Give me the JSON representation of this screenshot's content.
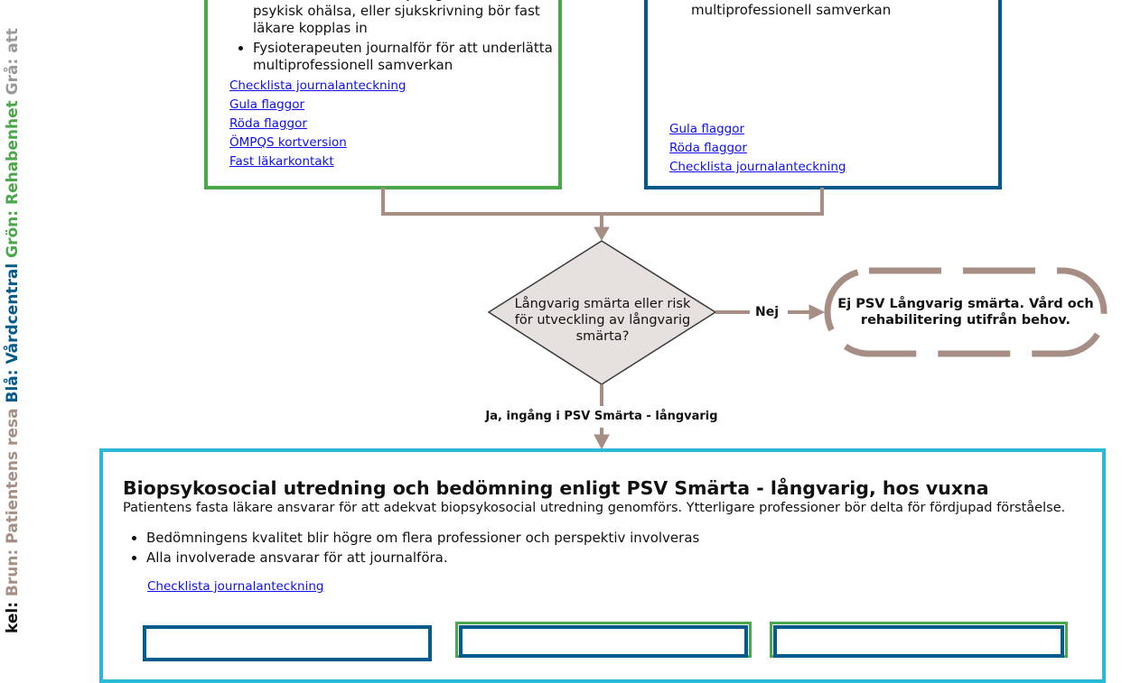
{
  "legend": {
    "prefix": "kel:",
    "brown": "Brun: Patientens resa",
    "blue": "Blå: Vårdcentral",
    "green": "Grön: Rehabenhet",
    "gray": "Grå: att"
  },
  "colors": {
    "brown": "#a68e84",
    "blue": "#005a8c",
    "green": "#4aa84a",
    "cyan": "#2bbad6",
    "link": "#1010ee"
  },
  "green_box": {
    "bullets": [
      "orsak till smärta, samsjuklighet t. ex. med psykisk ohälsa, eller sjukskrivning bör fast läkare kopplas in",
      "Fysioterapeuten journalför för att underlätta multiprofessionell samverkan"
    ],
    "links": [
      "Checklista journalanteckning",
      "Gula flaggor",
      "Röda flaggor",
      "ÖMPQS kortversion",
      "Fast läkarkontakt"
    ]
  },
  "blue_box": {
    "text": "multiprofessionell samverkan",
    "links": [
      "Gula flaggor",
      "Röda flaggor",
      "Checklista journalanteckning"
    ]
  },
  "decision": {
    "question": "Långvarig smärta eller risk för utveckling av långvarig smärta?",
    "no_label": "Nej",
    "yes_label": "Ja, ingång i PSV Smärta - långvarig"
  },
  "terminal": {
    "text": "Ej PSV Långvarig smärta. Vård och rehabilitering utifrån behov."
  },
  "main_box": {
    "title": "Biopsykosocial utredning och bedömning enligt PSV Smärta - långvarig, hos vuxna",
    "intro": "Patientens fasta läkare ansvarar för att adekvat biopsykosocial utredning genomförs. Ytterligare professioner bör delta för fördjupad förståelse.",
    "bullets": [
      "Bedömningens kvalitet blir högre om flera professioner och perspektiv involveras",
      "Alla involverade ansvarar för att journalföra."
    ],
    "link": "Checklista journalanteckning"
  }
}
